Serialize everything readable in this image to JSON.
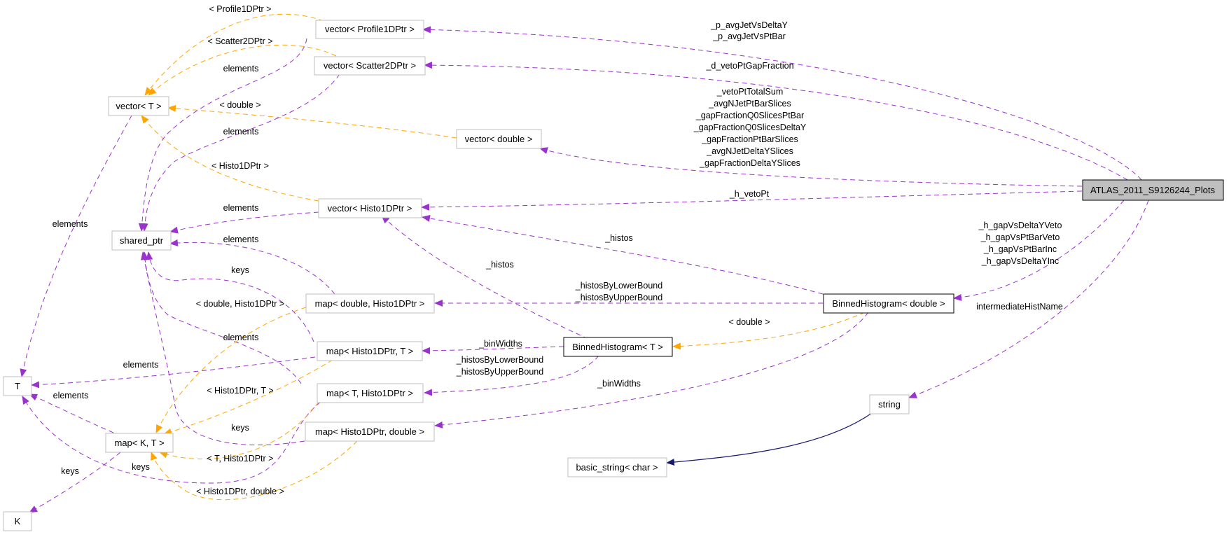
{
  "colors": {
    "member_edge": "#9a32cd",
    "template_edge": "#ffa500",
    "inherit_edge": "#191970",
    "node_border_grey": "#bfbfbf",
    "node_border_black": "#000000",
    "main_fill": "#bfbfbf"
  },
  "nodes": [
    {
      "id": "atlas",
      "label": "ATLAS_2011_S9126244_Plots"
    },
    {
      "id": "vprof",
      "label": "vector< Profile1DPtr >"
    },
    {
      "id": "vscat",
      "label": "vector< Scatter2DPtr >"
    },
    {
      "id": "vT",
      "label": "vector< T >"
    },
    {
      "id": "vdouble",
      "label": "vector< double >"
    },
    {
      "id": "vhisto",
      "label": "vector< Histo1DPtr >"
    },
    {
      "id": "sptr",
      "label": "shared_ptr"
    },
    {
      "id": "mdh",
      "label": "map< double, Histo1DPtr >"
    },
    {
      "id": "mht",
      "label": "map< Histo1DPtr, T >"
    },
    {
      "id": "mth",
      "label": "map< T, Histo1DPtr >"
    },
    {
      "id": "mhd",
      "label": "map< Histo1DPtr, double >"
    },
    {
      "id": "mkt",
      "label": "map< K, T >"
    },
    {
      "id": "T",
      "label": "T"
    },
    {
      "id": "K",
      "label": "K"
    },
    {
      "id": "bhd",
      "label": "BinnedHistogram< double >"
    },
    {
      "id": "bht",
      "label": "BinnedHistogram< T >"
    },
    {
      "id": "str",
      "label": "string"
    },
    {
      "id": "bstr",
      "label": "basic_string< char >"
    }
  ],
  "edge_labels": {
    "p_avgJetVsDeltaY": "_p_avgJetVsDeltaY",
    "p_avgJetVsPtBar": "_p_avgJetVsPtBar",
    "d_vetoPtGapFraction": "_d_vetoPtGapFraction",
    "vetoPtTotalSum": "_vetoPtTotalSum",
    "avgNJetPtBarSlices": "_avgNJetPtBarSlices",
    "gapFractionQ0SlicesPtBar": "_gapFractionQ0SlicesPtBar",
    "gapFractionQ0SlicesDeltaY": "_gapFractionQ0SlicesDeltaY",
    "gapFractionPtBarSlices": "_gapFractionPtBarSlices",
    "avgNJetDeltaYSlices": "_avgNJetDeltaYSlices",
    "gapFractionDeltaYSlices": "_gapFractionDeltaYSlices",
    "h_vetoPt": "_h_vetoPt",
    "h_gapVsDeltaYVeto": "_h_gapVsDeltaYVeto",
    "h_gapVsPtBarVeto": "_h_gapVsPtBarVeto",
    "h_gapVsPtBarInc": "_h_gapVsPtBarInc",
    "h_gapVsDeltaYInc": "_h_gapVsDeltaYInc",
    "intermediateHistName": "intermediateHistName",
    "histos_bhd": "_histos",
    "histos_bht": "_histos",
    "histosByLowerBound_bhd": "_histosByLowerBound",
    "histosByUpperBound_bhd": "_histosByUpperBound",
    "binWidths_bht": "_binWidths",
    "histosByLowerBound_bht": "_histosByLowerBound",
    "histosByUpperBound_bht": "_histosByUpperBound",
    "binWidths_bhd": "_binWidths",
    "tpl_double_bh": "< double >",
    "tpl_profile": "< Profile1DPtr >",
    "tpl_scatter": "< Scatter2DPtr >",
    "tpl_double_vec": "< double >",
    "tpl_histo_vec": "< Histo1DPtr >",
    "tpl_double_histo": "< double, Histo1DPtr >",
    "tpl_histo_T": "< Histo1DPtr, T >",
    "tpl_T_histo": "< T, Histo1DPtr >",
    "tpl_histo_double": "< Histo1DPtr, double >",
    "elements_vprof": "elements",
    "elements_vscat": "elements",
    "elements_vhisto": "elements",
    "elements_mdh": "elements",
    "elements_mth": "elements",
    "elements_vT": "elements",
    "elements_mht_T": "elements",
    "elements_mkt_T": "elements",
    "keys_mht": "keys",
    "keys_mhd": "keys",
    "keys_mth": "keys",
    "keys_mkt": "keys"
  }
}
